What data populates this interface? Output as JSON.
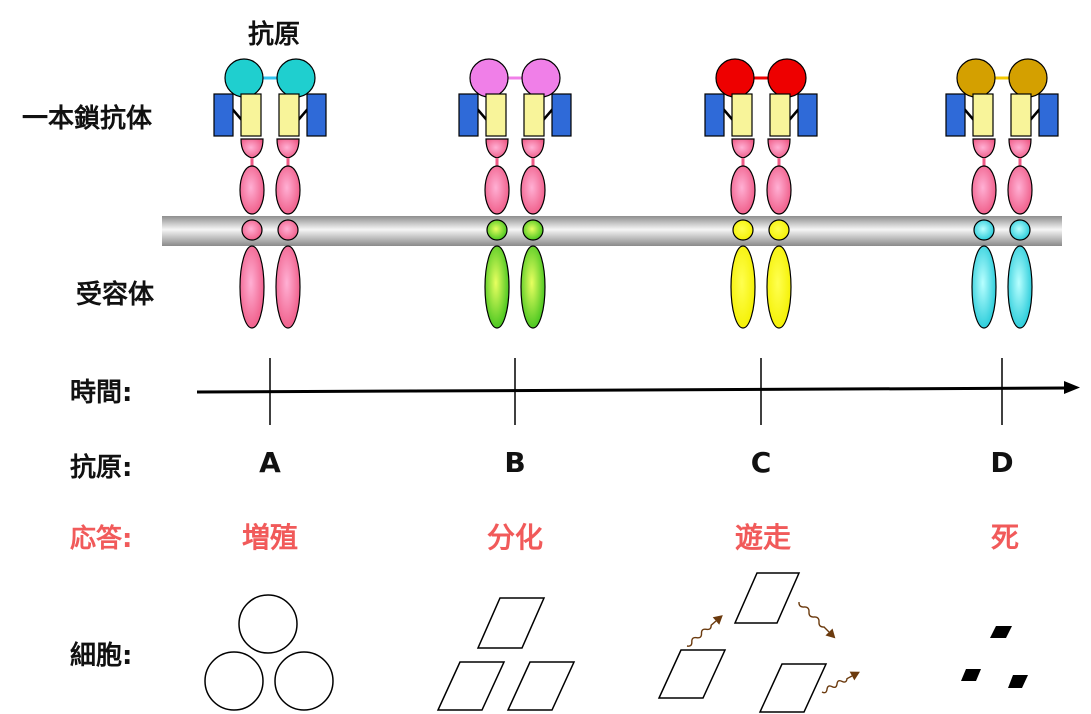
{
  "labels": {
    "antigen_top": "抗原",
    "scfv": "一本鎖抗体",
    "receptor": "受容体",
    "time": "時間:",
    "antigen_row": "抗原:",
    "response_row": "応答:",
    "cell_row": "細胞:"
  },
  "columns": [
    {
      "antigen": "A",
      "response": "増殖",
      "cell_state": "proliferation",
      "colors": {
        "antigen": "#1fcfcf",
        "linker": "#33c4f0",
        "receptor": "#ef5a86",
        "receptor_center": "#ffb0d4"
      }
    },
    {
      "antigen": "B",
      "response": "分化",
      "cell_state": "differentiation",
      "colors": {
        "antigen": "#f07fe8",
        "linker": "#f07fe8",
        "receptor": "#3ec21c",
        "receptor_center": "#e8ff60"
      }
    },
    {
      "antigen": "C",
      "response": "遊走",
      "cell_state": "migration",
      "colors": {
        "antigen": "#ee0000",
        "linker": "#ee0000",
        "receptor": "#f4f000",
        "receptor_center": "#ffff50"
      }
    },
    {
      "antigen": "D",
      "response": "死",
      "cell_state": "death",
      "colors": {
        "antigen": "#d4a000",
        "linker": "#f5c800",
        "receptor": "#22c9d8",
        "receptor_center": "#b8ffff"
      }
    }
  ],
  "colors": {
    "vh_domain": "#2f6ad8",
    "vl_domain": "#f8f49a",
    "hinge": "#ef5a86",
    "hinge_center": "#ffb0d4",
    "membrane_light": "#f4f4f4",
    "membrane_dark": "#9a9a9a",
    "response_text": "#f15a5a",
    "migration_arrow": "#6b3a0e"
  }
}
